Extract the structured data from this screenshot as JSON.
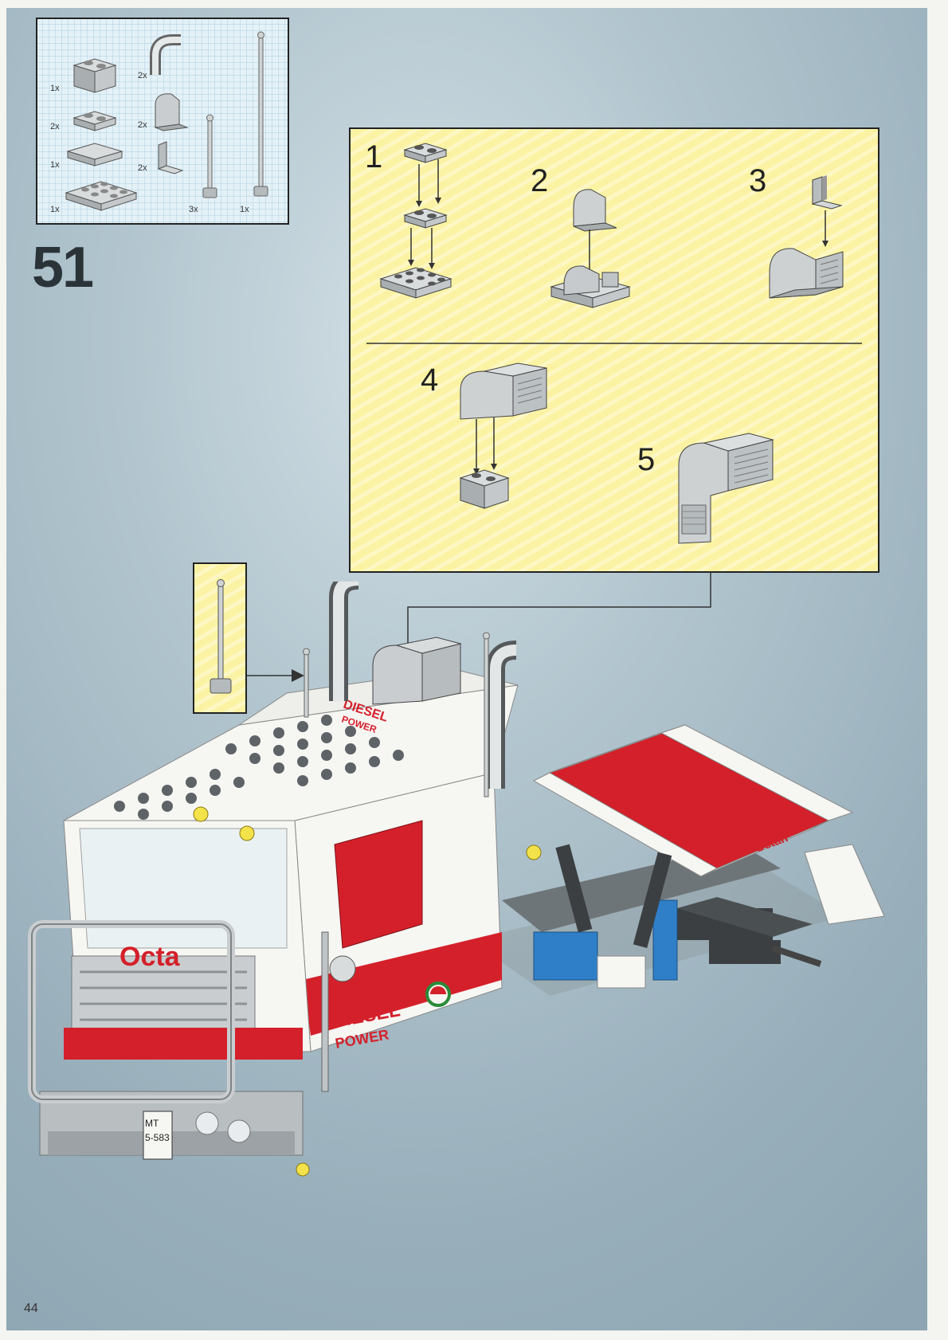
{
  "page": {
    "step_number": "51",
    "page_number": "44"
  },
  "parts_list": [
    {
      "qty": "1x",
      "part": "brick-1x2"
    },
    {
      "qty": "2x",
      "part": "plate-1x2"
    },
    {
      "qty": "1x",
      "part": "tile-2x2"
    },
    {
      "qty": "1x",
      "part": "plate-2x4"
    },
    {
      "qty": "2x",
      "part": "bent-exhaust-pipe"
    },
    {
      "qty": "2x",
      "part": "slope-curved-1x2"
    },
    {
      "qty": "2x",
      "part": "bracket-1x2"
    },
    {
      "qty": "3x",
      "part": "antenna-short"
    },
    {
      "qty": "1x",
      "part": "antenna-long"
    }
  ],
  "substeps": {
    "s1": "1",
    "s2": "2",
    "s3": "3",
    "s4": "4",
    "s5": "5"
  },
  "decals": {
    "diesel": "DIESEL",
    "power": "POWER",
    "octan": "Octan",
    "octa": "Octa",
    "plate_line1": "MT",
    "plate_line2": "5-583"
  },
  "colors": {
    "background": "#9fb4bf",
    "callout_yellow": "#fbf4a8",
    "parts_blue": "#dcecf3",
    "brick_grey": "#bfc4c6",
    "brick_white": "#f6f6f3",
    "brick_red": "#d4202a",
    "brick_blue": "#2f7fc8"
  }
}
